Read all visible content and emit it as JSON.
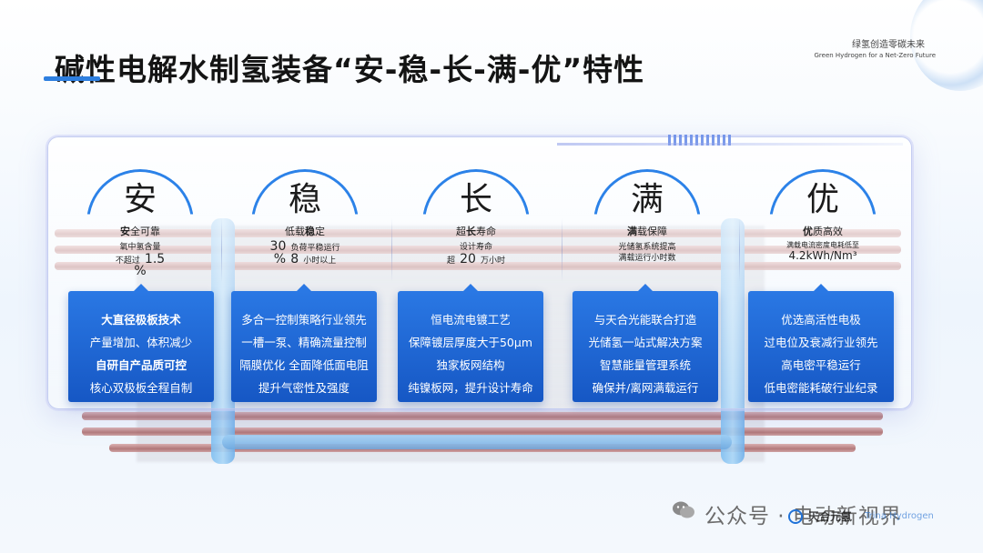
{
  "header": {
    "title": "碱性电解水制氢装备“安-稳-长-满-优”特性",
    "slogan_cn": "绿氢创造零碳未来",
    "slogan_en": "Green Hydrogen for a Net-Zero Future"
  },
  "columns": [
    {
      "char": "安",
      "line1_bold": "安",
      "line1_rest": "全可靠",
      "line2": "氧中氢含量",
      "line3_prefix": "不超过",
      "line3_value": "1.5",
      "line4": "%",
      "box": [
        "大直径极板技术",
        "产量增加、体积减少",
        "自研自产品质可控",
        "核心双极板全程自制"
      ],
      "box_bold": [
        true,
        false,
        true,
        false
      ]
    },
    {
      "char": "稳",
      "line1_prefix": "低载",
      "line1_bold": "稳",
      "line1_rest": "定",
      "value1": "30",
      "value1_unit": "%",
      "line2": "负荷平稳运行",
      "value2": "8",
      "line3": "小时以上",
      "box": [
        "多合一控制策略行业领先",
        "一槽一泵、精确流量控制",
        "隔膜优化 全面降低面电阻",
        "提升气密性及强度"
      ],
      "box_bold": [
        false,
        false,
        false,
        false
      ]
    },
    {
      "char": "长",
      "line1_prefix": "超",
      "line1_bold": "长",
      "line1_rest": "寿命",
      "line2": "设计寿命",
      "line3_prefix": "超",
      "line3_value": "20",
      "line3_suffix": "万小时",
      "box": [
        "恒电流电镀工艺",
        "保障镀层厚度大于50μm",
        "独家板网结构",
        "纯镍板网，提升设计寿命"
      ],
      "box_bold": [
        false,
        false,
        false,
        false
      ]
    },
    {
      "char": "满",
      "line1_bold": "满",
      "line1_rest": "载保障",
      "line2": "光储氢系统提高",
      "line3": "满载运行小时数",
      "box": [
        "与天合光能联合打造",
        "光储氢一站式解决方案",
        "智慧能量管理系统",
        "确保并/离网满载运行"
      ],
      "box_bold": [
        false,
        false,
        false,
        false
      ]
    },
    {
      "char": "优",
      "line1_bold": "优",
      "line1_rest": "质高效",
      "line2": "满载电流密度电耗低至",
      "line3_value": "4.2kWh/Nm³",
      "box": [
        "优选高活性电极",
        "过电位及衰减行业领先",
        "高电密平稳运行",
        "低电密能耗破行业纪录"
      ],
      "box_bold": [
        false,
        false,
        false,
        false
      ]
    }
  ],
  "footer": {
    "watermark": "公众号 · 电动新视界",
    "brand_name": "天合元氢",
    "brand_en": "Trina Hydrogen"
  },
  "colors": {
    "accent": "#2c82e8",
    "box_top": "#2a78e4",
    "box_bottom": "#1657c4"
  }
}
